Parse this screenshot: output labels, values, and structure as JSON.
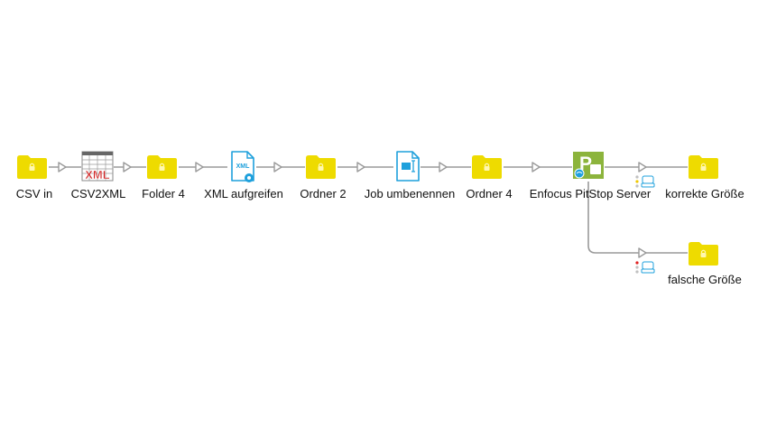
{
  "nodes": [
    {
      "id": "csv-in",
      "type": "folder",
      "label": "CSV in"
    },
    {
      "id": "csv2xml",
      "type": "csv2xml",
      "label": "CSV2XML"
    },
    {
      "id": "folder-4",
      "type": "folder",
      "label": "Folder 4"
    },
    {
      "id": "xml-aufgreifen",
      "type": "xml-doc",
      "label": "XML aufgreifen"
    },
    {
      "id": "ordner-2",
      "type": "folder",
      "label": "Ordner 2"
    },
    {
      "id": "job-umbenennen",
      "type": "doc",
      "label": "Job umbenennen"
    },
    {
      "id": "ordner-4",
      "type": "folder",
      "label": "Ordner 4"
    },
    {
      "id": "enfocus-pitstop",
      "type": "pitstop",
      "label": "Enfocus PitStop Server"
    },
    {
      "id": "korrekte-groesse",
      "type": "folder",
      "label": "korrekte Größe"
    },
    {
      "id": "falsche-groesse",
      "type": "folder",
      "label": "falsche Größe"
    }
  ],
  "icon_text": {
    "csv2xml": "XML",
    "xml_doc": "XML",
    "pitstop": "P"
  },
  "colors": {
    "folder": "#eedb00",
    "folder_lock": "#fff7b0",
    "connector": "#9a9a9a",
    "doc_blue": "#1ea0dc",
    "pitstop_green": "#8cb43c",
    "success_dot": "#f0c800",
    "error_dot": "#e02020"
  }
}
